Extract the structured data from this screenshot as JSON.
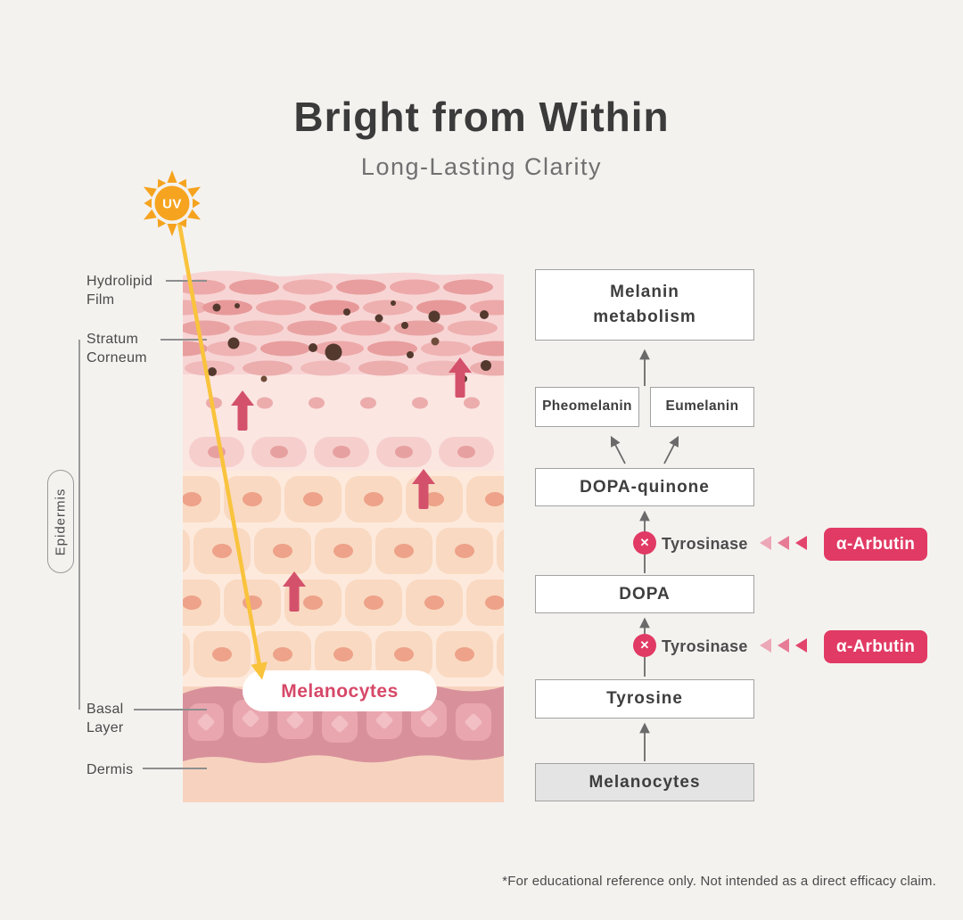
{
  "header": {
    "title": "Bright from Within",
    "subtitle": "Long-Lasting Clarity"
  },
  "sun": {
    "label": "UV"
  },
  "skin": {
    "labels": {
      "hydrolipid_film": "Hydrolipid\nFilm",
      "stratum_corneum": "Stratum\nCorneum",
      "epidermis": "Epidermis",
      "basal_layer": "Basal\nLayer",
      "dermis": "Dermis",
      "melanocytes": "Melanocytes"
    }
  },
  "flowchart": {
    "boxes": {
      "melanin_metabolism": "Melanin\nmetabolism",
      "pheomelanin": "Pheomelanin",
      "eumelanin": "Eumelanin",
      "dopa_quinone": "DOPA-quinone",
      "dopa": "DOPA",
      "tyrosine": "Tyrosine",
      "melanocytes": "Melanocytes"
    },
    "inhibition": {
      "enzyme": "Tyrosinase",
      "inhibitor": "α-Arbutin",
      "x_mark": "✕"
    }
  },
  "footnote": "*For educational reference only. Not intended as a direct efficacy claim.",
  "colors": {
    "background": "#f4f2ef",
    "accent_pink": "#e13a64",
    "arrow_red": "#d4516b",
    "sun_orange": "#f5a31f",
    "beam_gold": "#f9c33c",
    "box_border": "#a2a2a2",
    "basal_band": "#d8919b"
  }
}
